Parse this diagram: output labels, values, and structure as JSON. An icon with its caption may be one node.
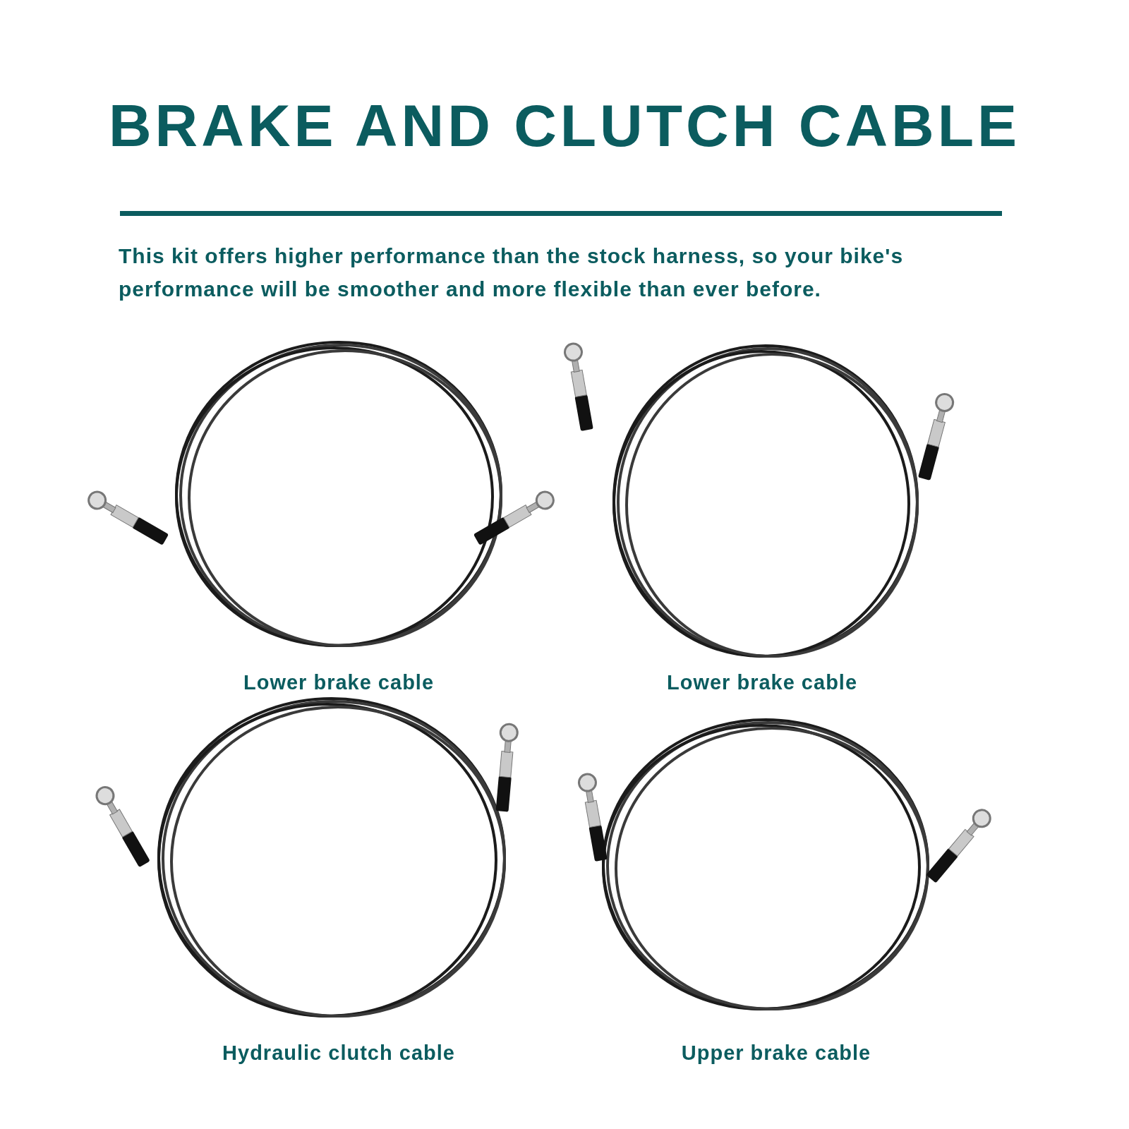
{
  "diagram": {
    "title": "BRAKE AND CLUTCH CABLE",
    "labels": [
      "This kit offers higher performance than the stock harness, so your bike's performance will be smoother and more flexible than ever before.",
      "Lower brake cable",
      "Lower brake cable",
      "Hydraulic clutch cable",
      "Upper brake cable"
    ]
  }
}
